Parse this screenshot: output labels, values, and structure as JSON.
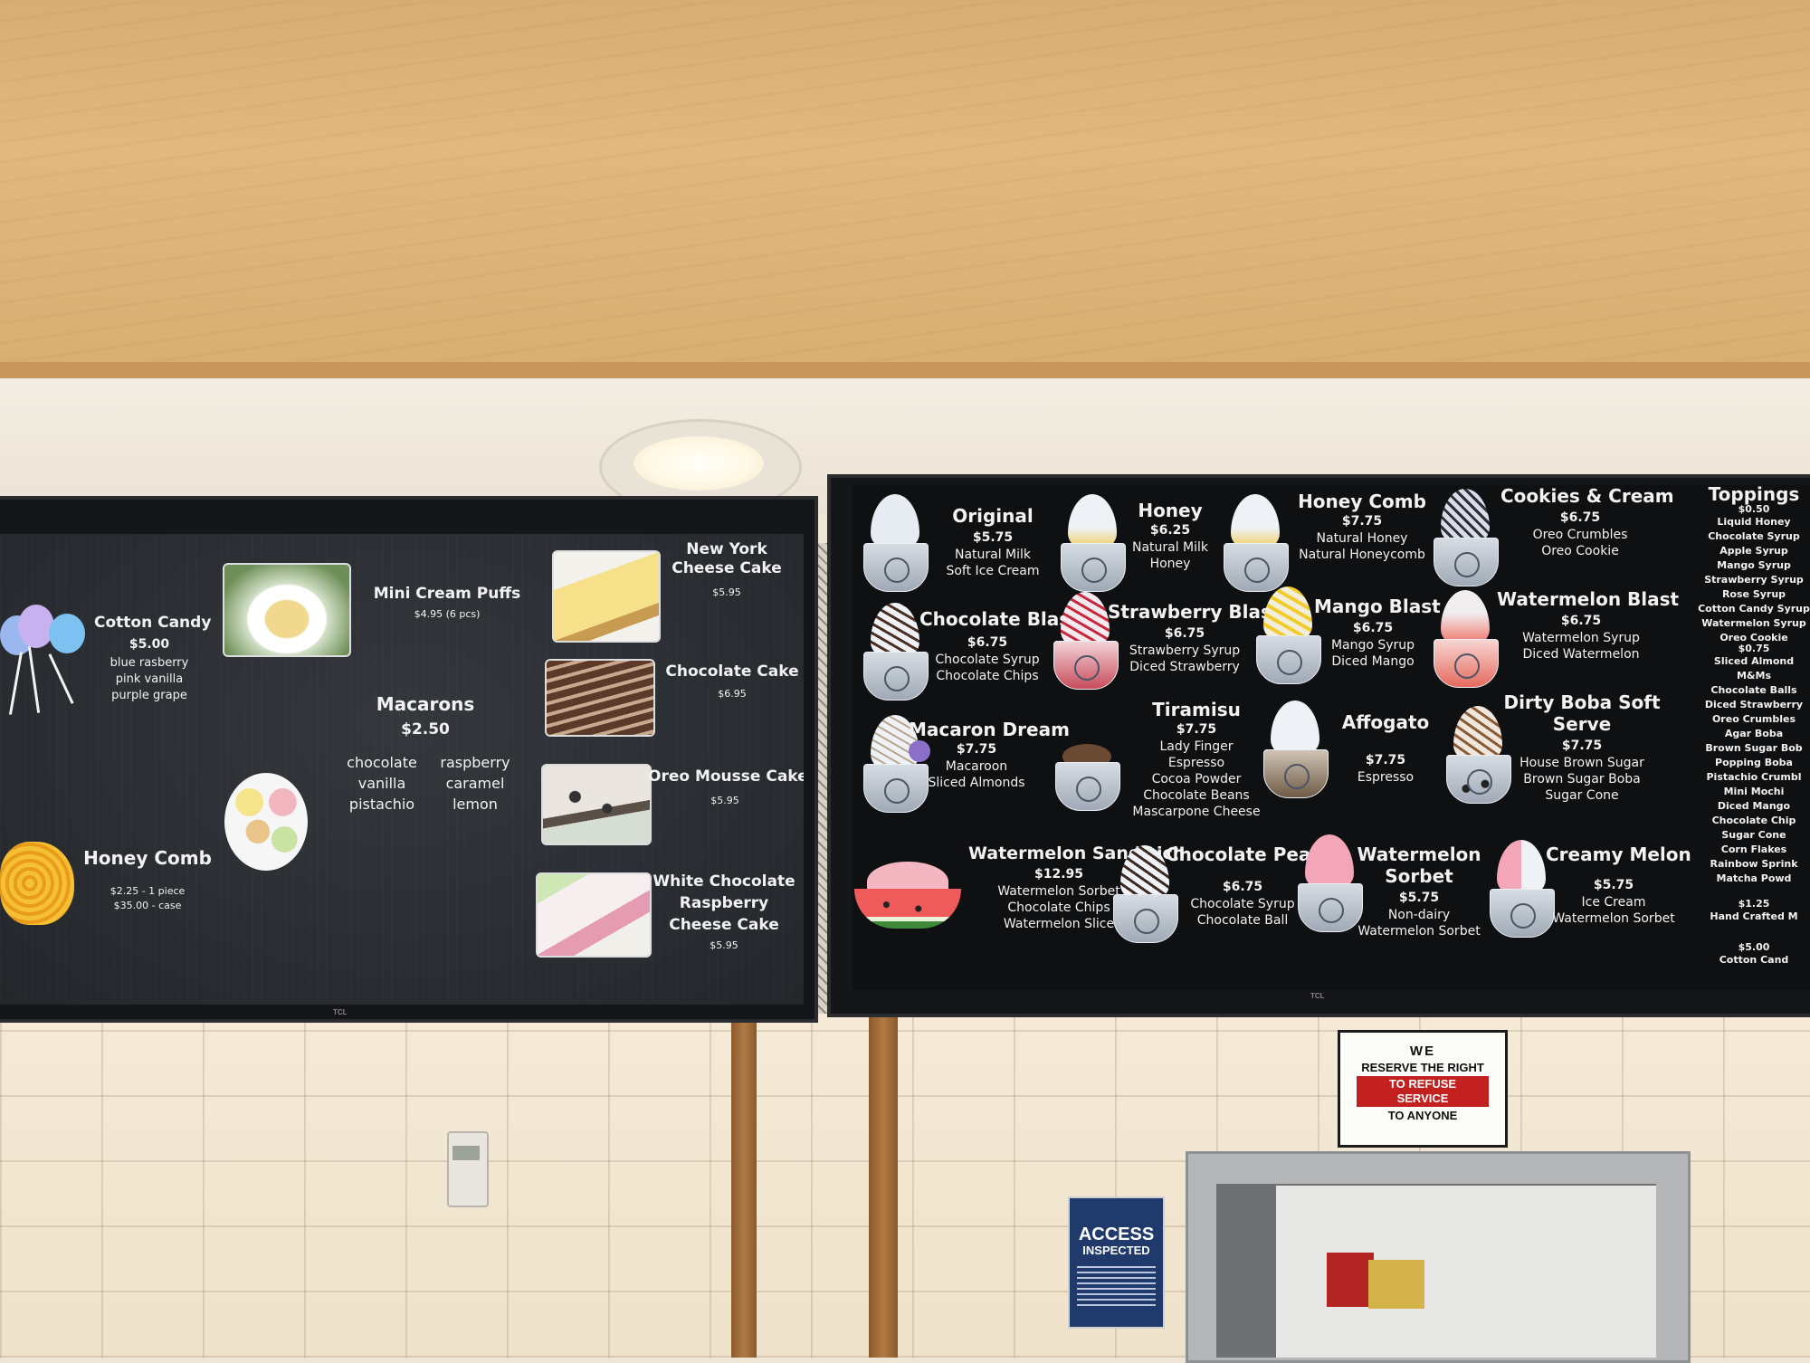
{
  "left_menu": {
    "tv_brand": "TCL",
    "items": [
      {
        "name": "Cotton Candy",
        "price": "$5.00",
        "lines": [
          "blue rasberry",
          "pink vanilla",
          "purple grape"
        ]
      },
      {
        "name": "Mini Cream Puffs",
        "price": "$4.95 (6 pcs)"
      },
      {
        "name": "Macarons",
        "price": "$2.50",
        "flavors_left": [
          "chocolate",
          "vanilla",
          "pistachio"
        ],
        "flavors_right": [
          "raspberry",
          "caramel",
          "lemon"
        ]
      },
      {
        "name": "Honey Comb",
        "price": "$2.25 - 1 piece",
        "price2": "$35.00 - case"
      },
      {
        "name_l1": "New York",
        "name_l2": "Cheese Cake",
        "price": "$5.95"
      },
      {
        "name": "Chocolate Cake",
        "price": "$6.95"
      },
      {
        "name": "Oreo Mousse Cake",
        "price": "$5.95"
      },
      {
        "name_l1": "White Chocolate",
        "name_l2": "Raspberry",
        "name_l3": "Cheese Cake",
        "price": "$5.95"
      }
    ]
  },
  "right_menu": {
    "tv_brand": "TCL",
    "items": [
      {
        "name": "Original",
        "price": "$5.75",
        "lines": [
          "Natural Milk",
          "Soft Ice Cream"
        ]
      },
      {
        "name": "Honey",
        "price": "$6.25",
        "lines": [
          "Natural Milk",
          "Honey"
        ]
      },
      {
        "name": "Honey Comb",
        "price": "$7.75",
        "lines": [
          "Natural Honey",
          "Natural Honeycomb"
        ]
      },
      {
        "name": "Cookies & Cream",
        "price": "$6.75",
        "lines": [
          "Oreo Crumbles",
          "Oreo Cookie"
        ]
      },
      {
        "name": "Chocolate Blast",
        "price": "$6.75",
        "lines": [
          "Chocolate Syrup",
          "Chocolate Chips"
        ]
      },
      {
        "name": "Strawberry Blast",
        "price": "$6.75",
        "lines": [
          "Strawberry Syrup",
          "Diced Strawberry"
        ]
      },
      {
        "name": "Mango Blast",
        "price": "$6.75",
        "lines": [
          "Mango Syrup",
          "Diced Mango"
        ]
      },
      {
        "name": "Watermelon Blast",
        "price": "$6.75",
        "lines": [
          "Watermelon Syrup",
          "Diced Watermelon"
        ]
      },
      {
        "name": "Macaron Dream",
        "price": "$7.75",
        "lines": [
          "Macaroon",
          "Sliced Almonds"
        ]
      },
      {
        "name": "Tiramisu",
        "price": "$7.75",
        "lines": [
          "Lady Finger",
          "Espresso",
          "Cocoa Powder",
          "Chocolate Beans",
          "Mascarpone  Cheese"
        ]
      },
      {
        "name": "Affogato",
        "price": "$7.75",
        "lines": [
          "Espresso"
        ]
      },
      {
        "name_l1": "Dirty Boba Soft",
        "name_l2": "Serve",
        "price": "$7.75",
        "lines": [
          "House Brown Sugar",
          "Brown Sugar Boba",
          "Sugar Cone"
        ]
      },
      {
        "name": "Watermelon Sandwich",
        "price": "$12.95",
        "lines": [
          "Watermelon Sorbet",
          "Chocolate Chips",
          "Watermelon Slice"
        ]
      },
      {
        "name": "Chocolate Pearl",
        "price": "$6.75",
        "lines": [
          "Chocolate Syrup",
          "Chocolate Ball"
        ]
      },
      {
        "name_l1": "Watermelon",
        "name_l2": "Sorbet",
        "price": "$5.75",
        "lines": [
          "Non-dairy",
          "Watermelon Sorbet"
        ]
      },
      {
        "name": "Creamy Melon",
        "price": "$5.75",
        "lines": [
          "Ice Cream",
          "Watermelon Sorbet"
        ]
      }
    ],
    "toppings": {
      "title": "Toppings",
      "group1_price": "$0.50",
      "group1": [
        "Liquid Honey",
        "Chocolate Syrup",
        "Apple Syrup",
        "Mango Syrup",
        "Strawberry Syrup",
        "Rose Syrup",
        "Cotton Candy Syrup",
        "Watermelon Syrup",
        "Oreo Cookie"
      ],
      "group2_price": "$0.75",
      "group2": [
        "Sliced Almond",
        "M&Ms",
        "Chocolate Balls",
        "Diced Strawberry",
        "Oreo Crumbles",
        "Agar Boba",
        "Brown Sugar Bob",
        "Popping Boba",
        "Pistachio Crumbl",
        "Mini Mochi",
        "Diced Mango",
        "Chocolate Chip",
        "Sugar Cone",
        "Corn Flakes",
        "Rainbow Sprink",
        "Matcha Powd"
      ],
      "group3_price": "$1.25",
      "group3": [
        "Hand Crafted M"
      ],
      "group4_price": "$5.00",
      "group4": [
        "Cotton Cand"
      ]
    }
  },
  "wall_sign": {
    "l1": "WE",
    "l2": "RESERVE THE RIGHT",
    "l3": "TO REFUSE",
    "l4": "SERVICE",
    "l5": "TO ANYONE"
  },
  "poster": {
    "title_l1": "ACCESS",
    "title_l2": "INSPECTED"
  }
}
